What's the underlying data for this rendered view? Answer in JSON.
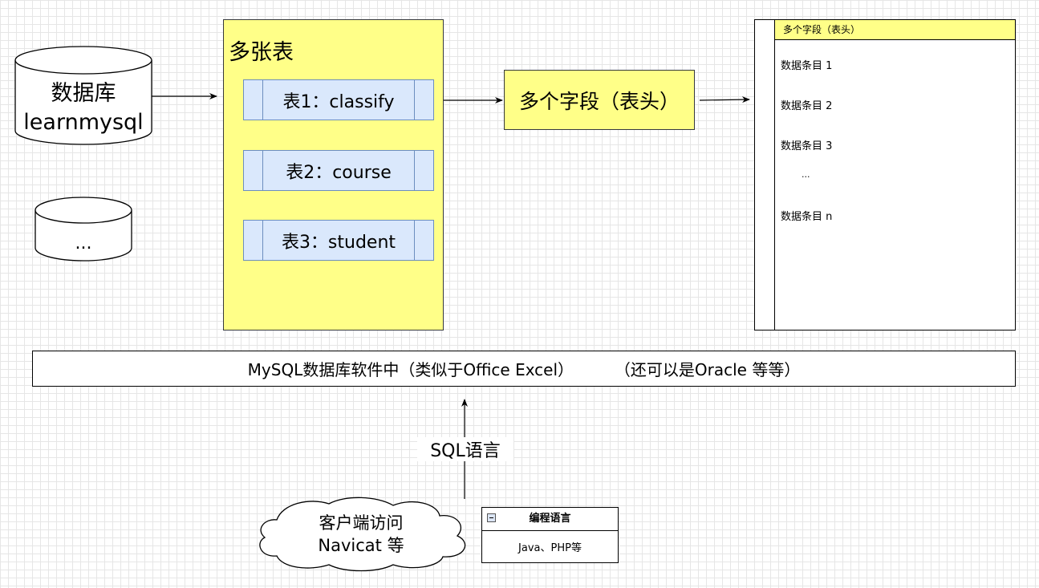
{
  "database": {
    "line1": "数据库",
    "line2": "learnmysql"
  },
  "database_more": {
    "label": "..."
  },
  "tables": {
    "title": "多张表",
    "items": [
      {
        "label": "表1：classify"
      },
      {
        "label": "表2：course"
      },
      {
        "label": "表3：student"
      }
    ]
  },
  "fields": {
    "label": "多个字段（表头）"
  },
  "records": {
    "header": "多个字段（表头）",
    "items": [
      "数据条目 1",
      "数据条目 2",
      "数据条目 3",
      "...",
      "数据条目 n"
    ]
  },
  "mysql": {
    "label": "MySQL数据库软件中（类似于Office Excel）        （还可以是Oracle 等等）"
  },
  "sql": {
    "label": "SQL语言"
  },
  "client": {
    "line1": "客户端访问",
    "line2": "Navicat 等"
  },
  "programming": {
    "title": "编程语言",
    "body": "Java、PHP等"
  },
  "colors": {
    "yellow": "#ffff88",
    "blue_fill": "#dae8fc",
    "blue_stroke": "#6c8ebf"
  }
}
